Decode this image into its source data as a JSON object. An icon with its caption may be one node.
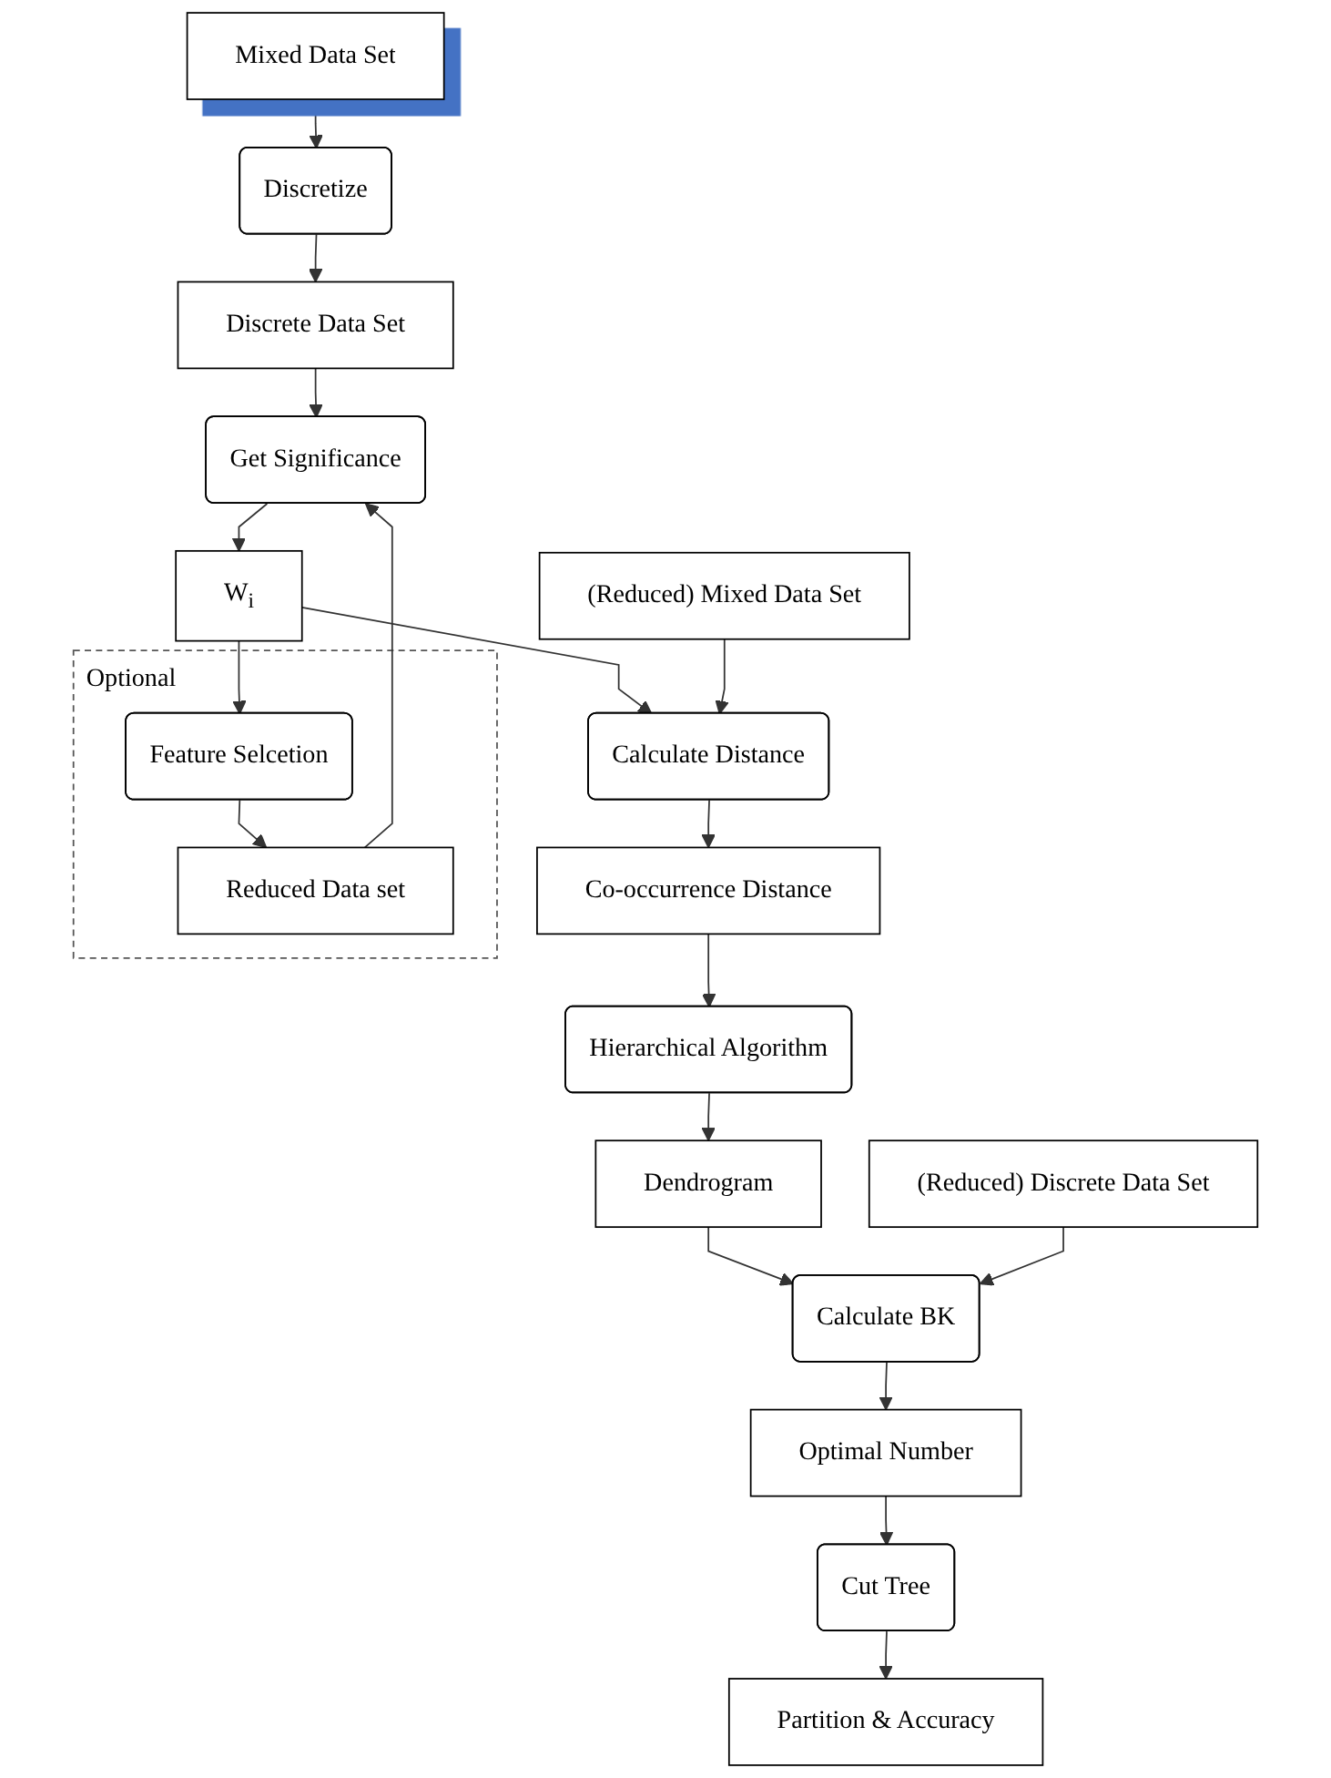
{
  "diagram": {
    "nodes": [
      {
        "text": [
          "Mixed Data Set"
        ]
      },
      {
        "text": [
          "Discretize"
        ]
      },
      {
        "text": [
          "Discrete Data Set"
        ]
      },
      {
        "text": [
          "Get Significance"
        ]
      },
      {
        "text": [
          "W$_{i}$"
        ]
      },
      {
        "text": [
          "Optional"
        ]
      },
      {
        "text": [
          "Reduced Data set"
        ],
        "in": 5
      },
      {
        "text": [
          "Feature Selcetion"
        ],
        "in": 5
      },
      {
        "text": [
          "(Reduced) Mixed Data Set"
        ]
      },
      {
        "text": [
          "Calculate Distance"
        ]
      },
      {
        "text": [
          "Co-occurrence Distance"
        ]
      },
      {
        "text": [
          "Hierarchical Algorithm"
        ]
      },
      {
        "text": [
          "Dendrogram"
        ]
      },
      {
        "text": [
          "(Reduced) Discrete Data Set"
        ]
      },
      {
        "text": [
          "Calculate BK"
        ]
      },
      {
        "text": [
          "Optimal Number"
        ]
      },
      {
        "text": [
          "Cut Tree"
        ]
      },
      {
        "text": [
          "Partition & Accuracy"
        ]
      }
    ],
    "edges": [
      {
        "from": 0,
        "to": 1,
        "arrow": "to"
      },
      {
        "from": 1,
        "to": 2,
        "arrow": "to"
      },
      {
        "from": 2,
        "to": 3,
        "arrow": "to"
      },
      {
        "from": 3,
        "to": 4,
        "arrow": "to"
      },
      {
        "from": 4,
        "to": 7,
        "arrow": "to"
      },
      {
        "from": 7,
        "to": 6,
        "arrow": "to"
      },
      {
        "from": 6,
        "to": 3,
        "arrow": "to"
      },
      {
        "from": 4,
        "to": 9,
        "arrow": "to"
      },
      {
        "from": 8,
        "to": 9,
        "arrow": "to"
      },
      {
        "from": 9,
        "to": 10,
        "arrow": "to"
      },
      {
        "from": 10,
        "to": 11,
        "arrow": "to"
      },
      {
        "from": 11,
        "to": 12,
        "arrow": "to"
      },
      {
        "from": 12,
        "to": 14,
        "arrow": "to"
      },
      {
        "from": 13,
        "to": 14,
        "arrow": "to"
      },
      {
        "from": 14,
        "to": 15,
        "arrow": "to"
      },
      {
        "from": 15,
        "to": 16,
        "arrow": "to"
      },
      {
        "from": 16,
        "to": 17,
        "arrow": "to"
      }
    ]
  }
}
